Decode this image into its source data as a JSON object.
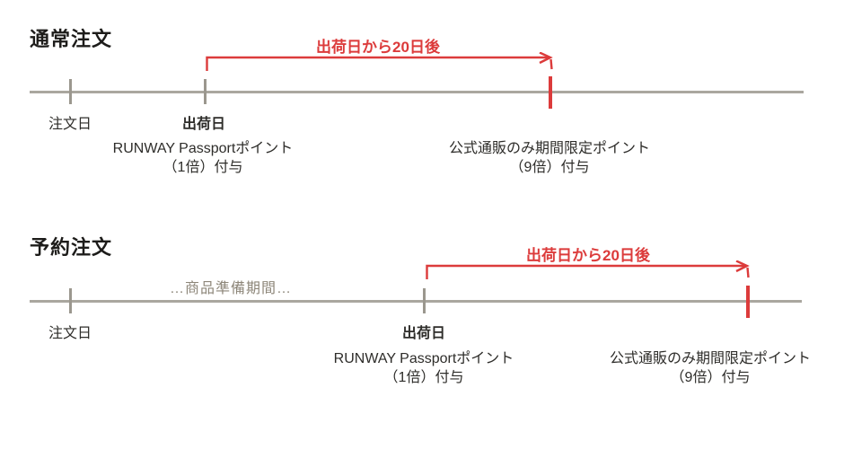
{
  "colors": {
    "red": "#dc3b3b",
    "line": "#aaa79f",
    "tick": "#9b978e",
    "text": "#2e2d2a",
    "title": "#1d1c1a",
    "muted": "#8d8679",
    "bg": "#ffffff"
  },
  "sections": {
    "normal": {
      "title": "通常注文",
      "duration_label": "出荷日から20日後",
      "order_date_label": "注文日",
      "ship_date_label": "出荷日",
      "passport_point_line1": "RUNWAY Passportポイント",
      "passport_point_line2": "（1倍）付与",
      "limited_point_line1": "公式通販のみ期間限定ポイント",
      "limited_point_line2": "（9倍）付与"
    },
    "preorder": {
      "title": "予約注文",
      "prep_period_label": "…商品準備期間…",
      "duration_label": "出荷日から20日後",
      "order_date_label": "注文日",
      "ship_date_label": "出荷日",
      "passport_point_line1": "RUNWAY Passportポイント",
      "passport_point_line2": "（1倍）付与",
      "limited_point_line1": "公式通販のみ期間限定ポイント",
      "limited_point_line2": "（9倍）付与"
    }
  }
}
